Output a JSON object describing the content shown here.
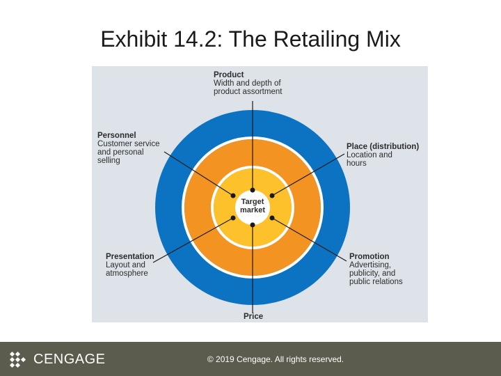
{
  "slide": {
    "title": "Exhibit 14.2: The Retailing Mix"
  },
  "diagram": {
    "center": "Target\nmarket",
    "colors": {
      "outer_ring": "#0b73c1",
      "middle_ring": "#f39322",
      "inner_ring": "#fcc12b",
      "center": "#ffffff",
      "background": "#dde3e8"
    },
    "labels": {
      "product": {
        "heading": "Product",
        "detail": "Width and depth of\nproduct assortment"
      },
      "place": {
        "heading": "Place (distribution)",
        "detail": "Location and\nhours"
      },
      "promotion": {
        "heading": "Promotion",
        "detail": "Advertising,\npublicity, and\npublic relations"
      },
      "price": {
        "heading": "Price",
        "detail": ""
      },
      "presentation": {
        "heading": "Presentation",
        "detail": "Layout and\natmosphere"
      },
      "personnel": {
        "heading": "Personnel",
        "detail": "Customer service\nand personal\nselling"
      }
    }
  },
  "footer": {
    "brand": "CENGAGE",
    "copyright": "© 2019 Cengage. All rights reserved."
  }
}
